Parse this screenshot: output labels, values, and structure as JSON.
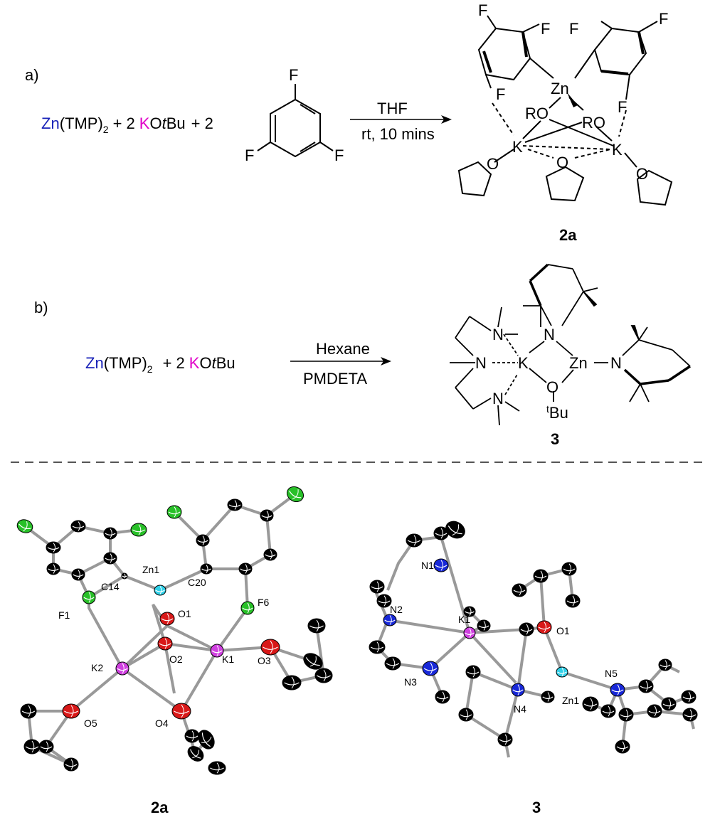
{
  "colors": {
    "zinc": "#1a23b8",
    "potassium": "#e000c8",
    "zn_atom": "#2fd0e8",
    "k_atom": "#d040e0",
    "o_atom": "#d81818",
    "n_atom": "#1828d8",
    "f_atom": "#28c028",
    "c_atom": "#000000"
  },
  "panel_a": {
    "label": "a)",
    "reagent1_metal": "Zn",
    "reagent1_rest": "(TMP)",
    "reagent1_sub": "2",
    "plus1": "+ 2",
    "reagent2_metal": "K",
    "reagent2_o": "O",
    "reagent2_t": "t",
    "reagent2_bu": "Bu",
    "plus2": "+  2",
    "arrow_top": "THF",
    "arrow_bottom": "rt, 10 mins",
    "compound": "2a",
    "struct_labels": {
      "F": "F",
      "Zn": "Zn",
      "K": "K",
      "RO": "RO",
      "O": "O"
    }
  },
  "panel_b": {
    "label": "b)",
    "reagent1_metal": "Zn",
    "reagent1_rest": "(TMP)",
    "reagent1_sub": "2",
    "plus1": "+  2",
    "reagent2_metal": "K",
    "reagent2_o": "O",
    "reagent2_t": "t",
    "reagent2_bu": "Bu",
    "arrow_top": "Hexane",
    "arrow_bottom": "PMDETA",
    "compound": "3",
    "struct_labels": {
      "N": "N",
      "K": "K",
      "Zn": "Zn",
      "O": "O",
      "tBu_sup": "t",
      "tBu": "Bu"
    }
  },
  "crystal_2a": {
    "compound": "2a",
    "atoms": [
      "Zn1",
      "C14",
      "C20",
      "F1",
      "F6",
      "O1",
      "O2",
      "O3",
      "O4",
      "O5",
      "K1",
      "K2"
    ]
  },
  "crystal_3": {
    "compound": "3",
    "atoms": [
      "N1",
      "N2",
      "N3",
      "N4",
      "N5",
      "K1",
      "O1",
      "Zn1"
    ]
  }
}
